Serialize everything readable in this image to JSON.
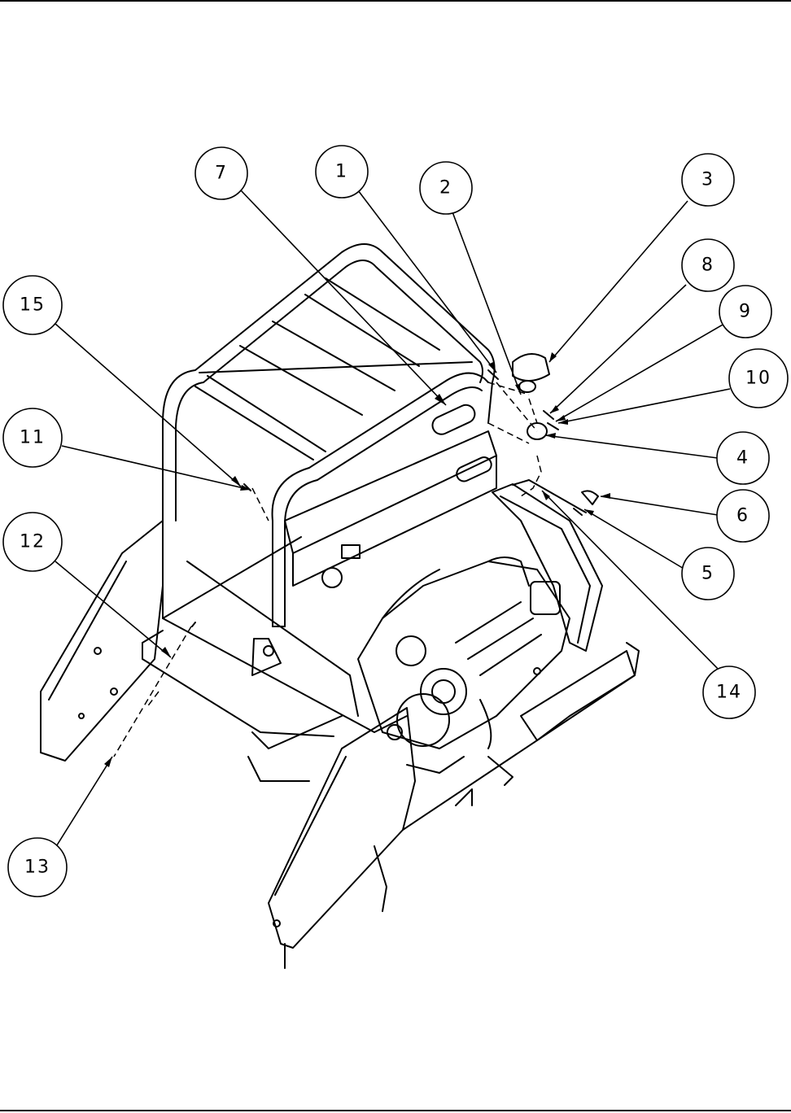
{
  "callouts": [
    {
      "id": "7",
      "label": "7"
    },
    {
      "id": "1",
      "label": "1"
    },
    {
      "id": "2",
      "label": "2"
    },
    {
      "id": "3",
      "label": "3"
    },
    {
      "id": "8",
      "label": "8"
    },
    {
      "id": "9",
      "label": "9"
    },
    {
      "id": "10",
      "label": "10"
    },
    {
      "id": "4",
      "label": "4"
    },
    {
      "id": "6",
      "label": "6"
    },
    {
      "id": "5",
      "label": "5"
    },
    {
      "id": "14",
      "label": "14"
    },
    {
      "id": "15",
      "label": "15"
    },
    {
      "id": "11",
      "label": "11"
    },
    {
      "id": "12",
      "label": "12"
    },
    {
      "id": "13",
      "label": "13"
    }
  ]
}
